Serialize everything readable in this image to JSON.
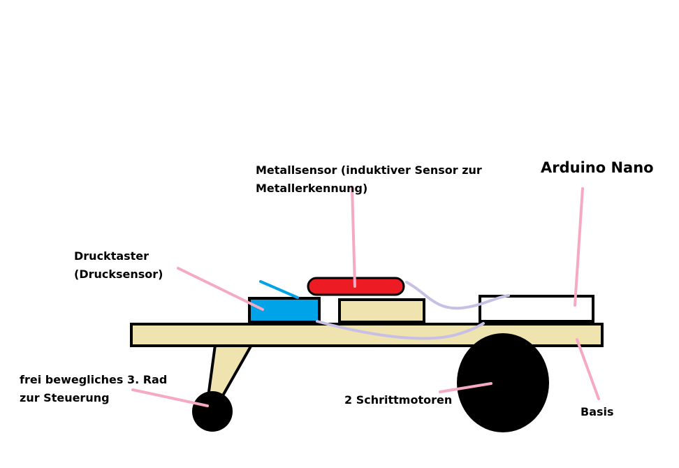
{
  "labels": {
    "metallsensor_line1": "Metallsensor (induktiver Sensor zur",
    "metallsensor_line2": "Metallerkennung)",
    "arduino": "Arduino Nano",
    "drucktaster_line1": "Drucktaster",
    "drucktaster_line2": "(Drucksensor)",
    "rad_line1": "frei bewegliches 3. Rad",
    "rad_line2": "zur Steuerung",
    "schrittmotoren": "2 Schrittmotoren",
    "basis": "Basis"
  },
  "colors": {
    "base_fill": "#efe4b0",
    "outline": "#000000",
    "sensor_red": "#ed1c24",
    "button_blue": "#00a2e8",
    "leader_pink": "#f5a9c4",
    "wire_lavender": "#c8bfe7",
    "wheel_black": "#000000",
    "arduino_fill": "#ffffff"
  }
}
